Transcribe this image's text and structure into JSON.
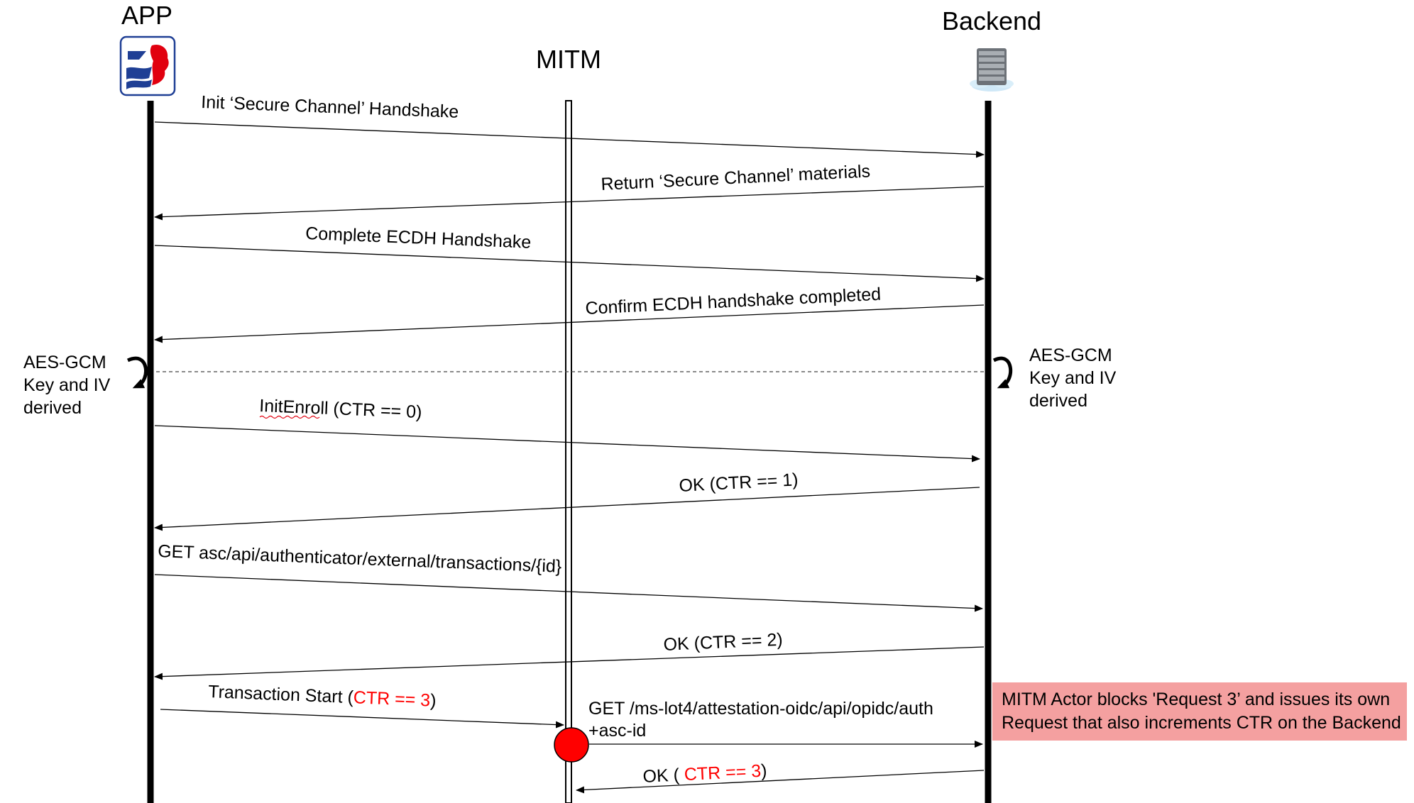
{
  "actors": {
    "app": "APP",
    "mitm": "MITM",
    "backend": "Backend"
  },
  "messages": [
    {
      "text": "Init ‘Secure Channel’ Handshake"
    },
    {
      "text": "Return ‘Secure Channel’ materials"
    },
    {
      "text": "Complete ECDH Handshake"
    },
    {
      "text": "Confirm ECDH handshake completed"
    },
    {
      "text": "InitEnroll (CTR == 0)"
    },
    {
      "text": "OK (CTR == 1)"
    },
    {
      "text": "GET asc/api/authenticator/external/transactions/{id}"
    },
    {
      "text": "OK (CTR == 2)"
    },
    {
      "text_prefix": "Transaction Start (",
      "text_highlight": "CTR == 3",
      "text_suffix": ")"
    },
    {
      "line1": "GET /ms-lot4/attestation-oidc/api/opidc/auth",
      "line2": "+asc-id"
    },
    {
      "text_prefix": "OK ( ",
      "text_highlight": "CTR == 3",
      "text_suffix": ")"
    }
  ],
  "side_notes": {
    "left": [
      "AES-GCM",
      "Key and IV",
      "derived"
    ],
    "right": [
      "AES-GCM",
      "Key and IV",
      "derived"
    ]
  },
  "callout": {
    "line1": "MITM Actor blocks 'Request 3’ and issues its own",
    "line2": "Request that also increments CTR on the Backend"
  },
  "colors": {
    "highlight": "#ff0000",
    "callout_bg": "#f4a0a0",
    "intercept_dot": "#ff0000",
    "app_icon_blue": "#1f3f95",
    "app_icon_red": "#e1000f"
  },
  "icons": {
    "app": "republique-francaise-logo-icon",
    "backend": "server-rack-icon",
    "intercept": "red-dot-icon",
    "rotation": "rotate-arrow-icon"
  }
}
